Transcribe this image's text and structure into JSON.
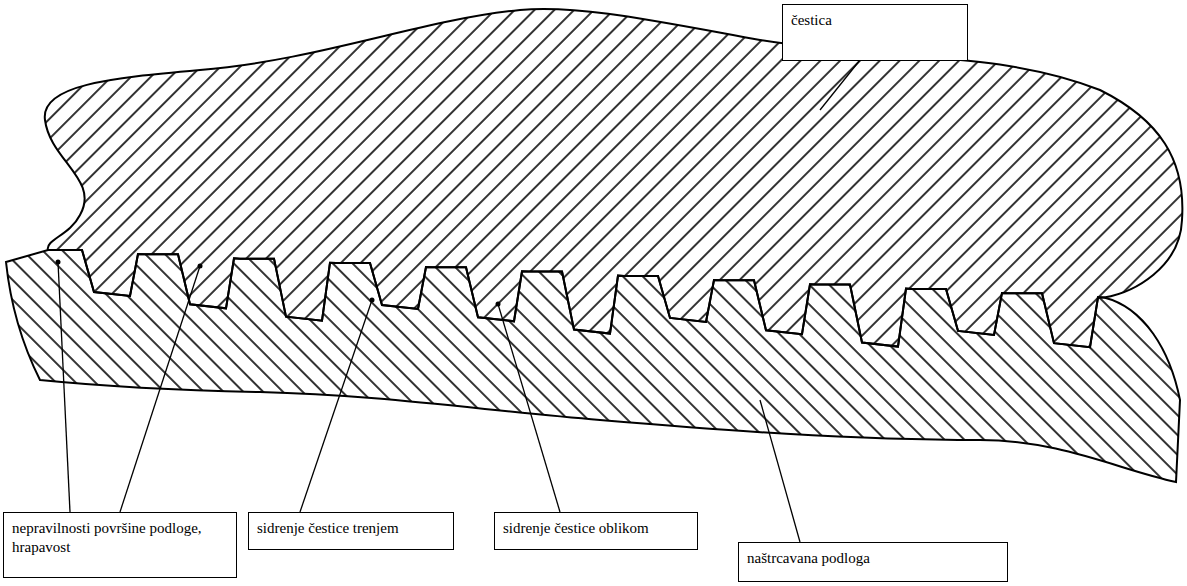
{
  "diagram": {
    "nodes": [
      {
        "text": [
          "čestica"
        ]
      },
      {
        "text": [
          "naštrcavana podloga"
        ]
      },
      {
        "text": [
          "nepravilnosti površine podloge, hrapavost"
        ]
      },
      {
        "text": [
          "sidrenje čestice trenjem"
        ]
      },
      {
        "text": [
          "sidrenje čestice oblikom"
        ]
      }
    ]
  }
}
